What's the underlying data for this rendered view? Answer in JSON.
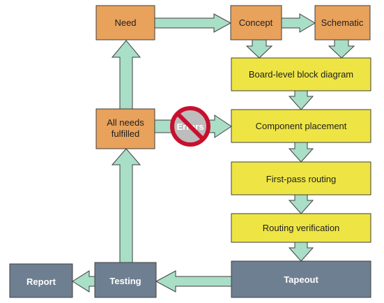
{
  "colors": {
    "orange": "#E8A25C",
    "yellow": "#EEE545",
    "slate": "#6E7F91",
    "arrow_fill": "#A9DEC7",
    "arrow_stroke": "#3F3F3F",
    "box_stroke": "#3F3F3F",
    "no_sign_red": "#C8102E",
    "no_sign_fill": "#BDBDBD",
    "text_dark": "#1E1E1E",
    "text_light": "#FFFFFF"
  },
  "nodes": {
    "need": "Need",
    "concept": "Concept",
    "schematic": "Schematic",
    "block_diagram": "Board-level block diagram",
    "all_needs_line1": "All needs",
    "all_needs_line2": "fulfilled",
    "component_placement": "Component placement",
    "first_pass_routing": "First-pass routing",
    "routing_verification": "Routing verification",
    "tapeout": "Tapeout",
    "testing": "Testing",
    "report": "Report"
  },
  "errors_sign": {
    "label": "Errors",
    "icon": "prohibition-sign-icon"
  }
}
